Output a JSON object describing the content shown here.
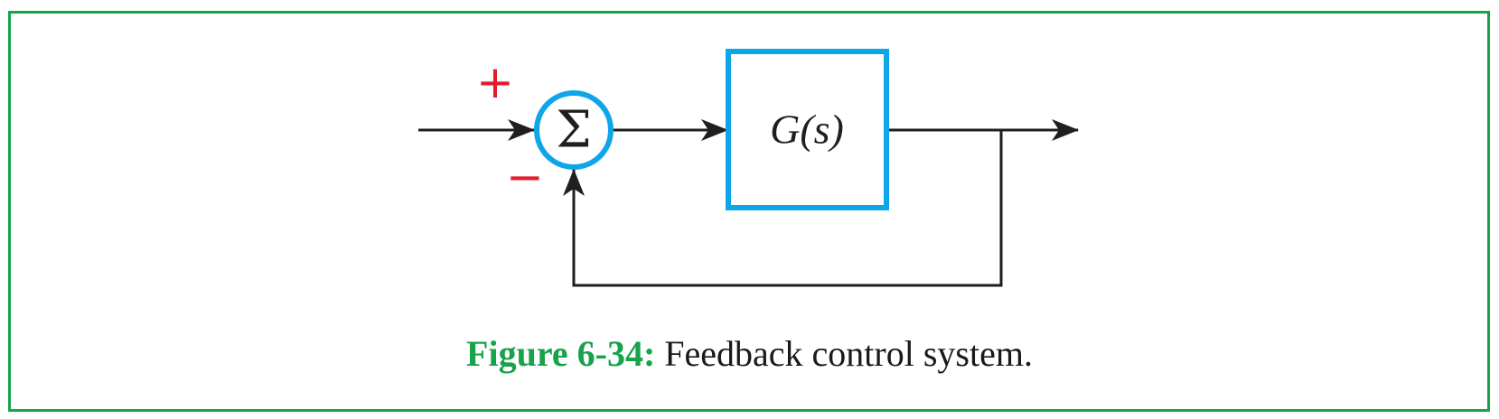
{
  "diagram": {
    "summing_symbol": "Σ",
    "plus_sign": "+",
    "minus_sign": "−",
    "block_label": "G(s)",
    "colors": {
      "block_stroke": "#0ea5e9",
      "sign_color": "#e11d2a",
      "line_color": "#1f1f1f",
      "frame_color": "#16a34a"
    }
  },
  "caption": {
    "label": "Figure 6-34:",
    "text": "Feedback control system."
  }
}
